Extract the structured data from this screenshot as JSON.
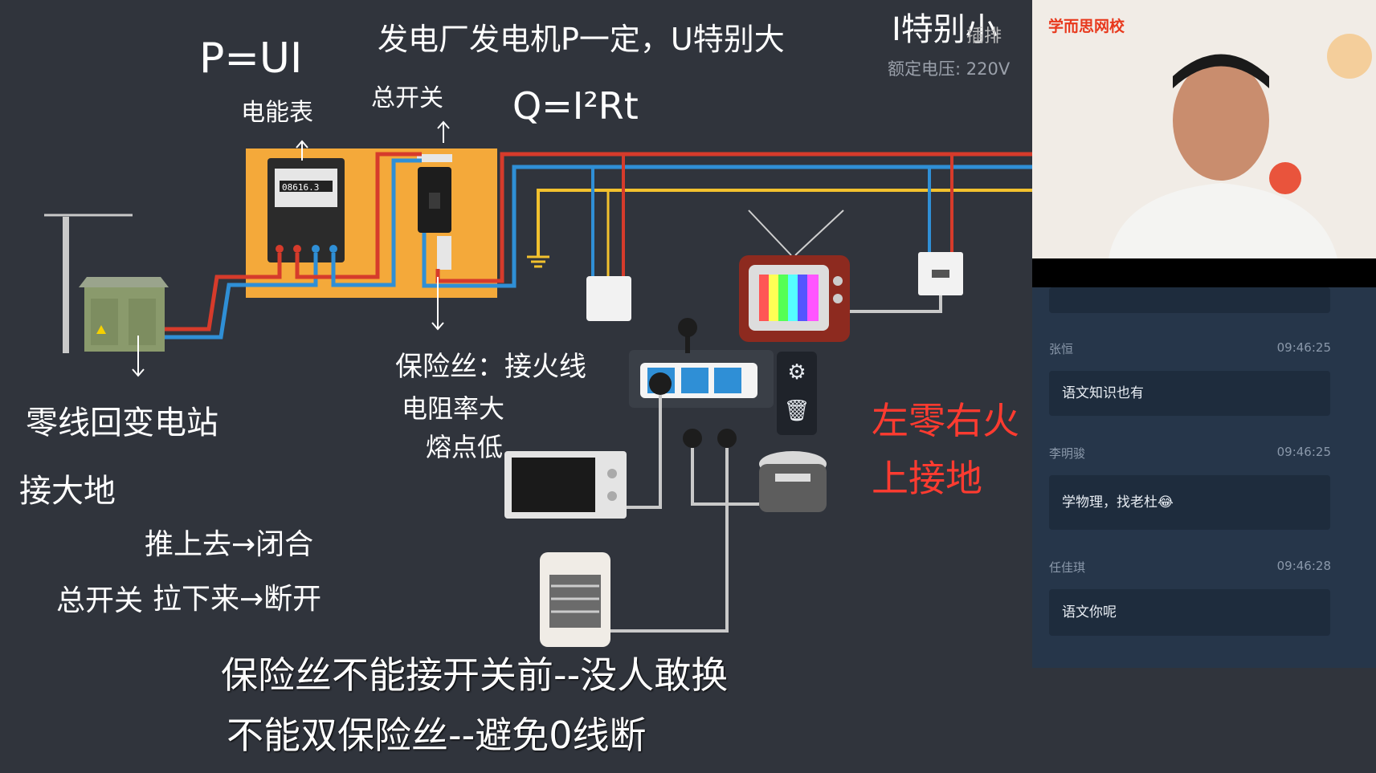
{
  "board": {
    "voltage_label": "额定电压: 220V",
    "handwriting": {
      "formula_power": "P=UI",
      "generator_note": "发电厂发电机P一定，U特别大",
      "current_note": "I特别小",
      "heat_formula": "Q=I²Rt",
      "meter_label": "电能表",
      "main_switch_label": "总开关",
      "neutral_note": "零线回变电站",
      "ground_note": "接大地",
      "fuse_note": "保险丝：接火线",
      "resistance_note": "电阻率大",
      "melting_note": "熔点低",
      "switch_note_label": "总开关",
      "push_up": "推上去→闭合",
      "pull_down": "拉下来→断开",
      "socket_rule": "左零右火",
      "ground_rule": "上接地",
      "top_right_fragment": "插排"
    },
    "meter_reading": "08616.3",
    "subtitles": [
      "保险丝不能接开关前--没人敢换",
      "不能双保险丝--避免0线断"
    ],
    "tools": [
      {
        "name": "settings",
        "icon": "⚙"
      },
      {
        "name": "delete",
        "icon": "🗑"
      }
    ],
    "colors": {
      "live": "#d63b2b",
      "neutral": "#2f8fd6",
      "ground": "#f2c12e",
      "board_wood": "#f4a93a",
      "handwriting": "#ffffff",
      "red_handwriting": "#ff3b30"
    }
  },
  "side": {
    "logo": "学而思网校",
    "chat": [
      {
        "name": "张恒",
        "time": "09:46:25",
        "text": "语文知识也有"
      },
      {
        "name": "李明骏",
        "time": "09:46:25",
        "text": "学物理，找老杜😂"
      },
      {
        "name": "任佳琪",
        "time": "09:46:28",
        "text": "语文你呢"
      }
    ]
  }
}
